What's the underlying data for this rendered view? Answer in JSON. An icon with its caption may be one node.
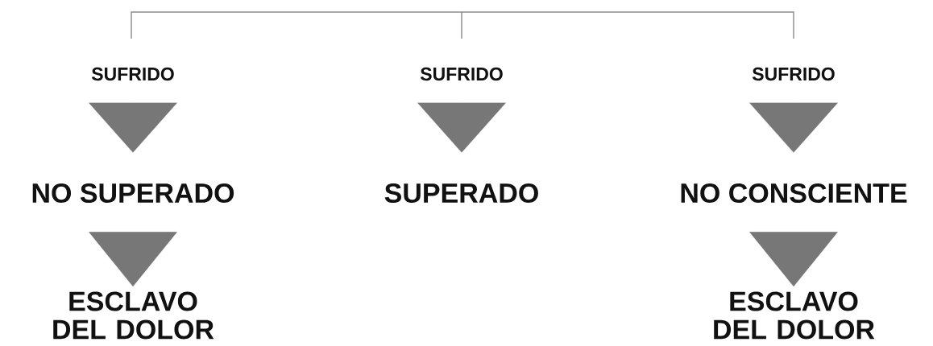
{
  "diagram": {
    "nodes": [
      {
        "text": [
          "SUFRIDO"
        ]
      },
      {
        "text": [
          "SUFRIDO"
        ]
      },
      {
        "text": [
          "SUFRIDO"
        ]
      },
      {
        "text": [
          "NO SUPERADO"
        ]
      },
      {
        "text": [
          "SUPERADO"
        ]
      },
      {
        "text": [
          "NO CONSCIENTE"
        ]
      },
      {
        "text": [
          "ESCLAVO DEL DOLOR"
        ]
      },
      {
        "text": [
          "ESCLAVO DEL DOLOR"
        ]
      }
    ],
    "edges": [
      {
        "from": 0,
        "to": 3,
        "arrow": "to"
      },
      {
        "from": 1,
        "to": 4,
        "arrow": "to"
      },
      {
        "from": 2,
        "to": 5,
        "arrow": "to"
      },
      {
        "from": 3,
        "to": 6,
        "arrow": "to"
      },
      {
        "from": 5,
        "to": 7,
        "arrow": "to"
      }
    ]
  }
}
